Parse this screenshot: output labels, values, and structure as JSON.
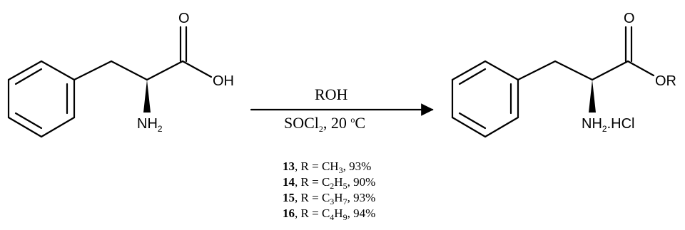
{
  "reactant": {
    "label_oxygen": "O",
    "label_hydroxyl": "OH",
    "label_amine_main": "NH",
    "label_amine_sub": "2"
  },
  "conditions": {
    "reagent_top": "ROH",
    "reagent_bottom_main": "SOCl",
    "reagent_bottom_sub": "2",
    "reagent_bottom_tail": ", 20 ",
    "temperature_sup": "o",
    "temperature_unit": "C"
  },
  "product": {
    "label_oxygen": "O",
    "label_ester": "OR",
    "label_amine_main": "NH",
    "label_amine_sub": "2",
    "label_salt": ".HCl"
  },
  "products_list": [
    {
      "number": "13",
      "sep": ",   R = ",
      "formula_main": "CH",
      "formula_sub": "3",
      "tail": ",   93%"
    },
    {
      "number": "14",
      "sep": ",   R = ",
      "formula_main": "C",
      "formula_sub": "2",
      "formula_main2": "H",
      "formula_sub2": "5",
      "tail": ", 90%"
    },
    {
      "number": "15",
      "sep": ",   R = ",
      "formula_main": "C",
      "formula_sub": "3",
      "formula_main2": "H",
      "formula_sub2": "7",
      "tail": ", 93%"
    },
    {
      "number": "16",
      "sep": ",   R = ",
      "formula_main": "C",
      "formula_sub": "4",
      "formula_main2": "H",
      "formula_sub2": "9",
      "tail": ", 94%"
    }
  ]
}
